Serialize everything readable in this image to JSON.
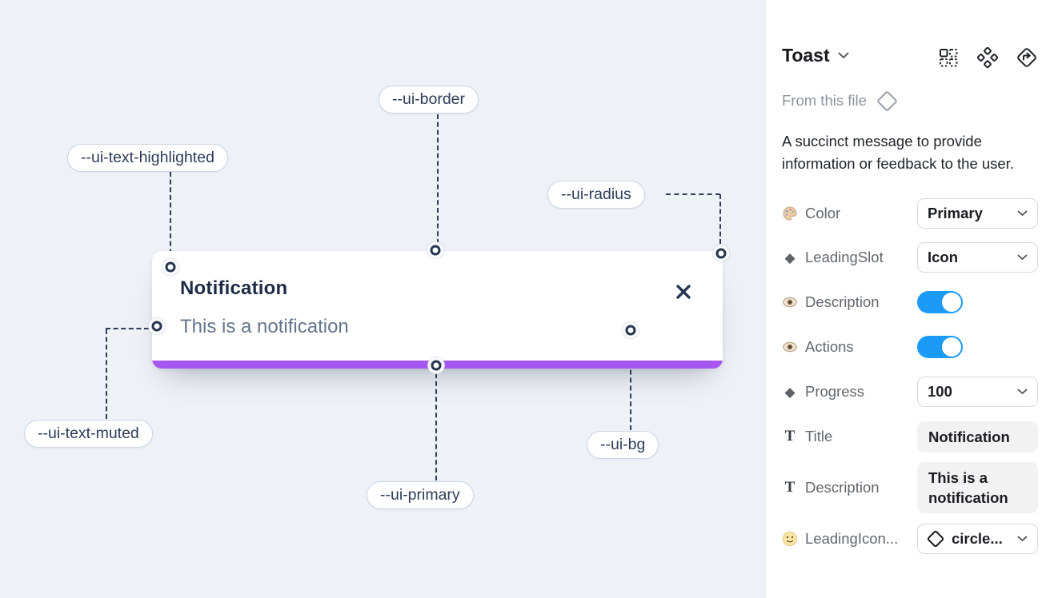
{
  "canvas": {
    "background": "#eef1f6",
    "toast": {
      "title": "Notification",
      "description": "This is a notification",
      "progress_color": "#a657f2",
      "progress_value": "100"
    },
    "labels": [
      {
        "text": "--ui-border"
      },
      {
        "text": "--ui-text-highlighted"
      },
      {
        "text": "--ui-radius"
      },
      {
        "text": "--ui-text-muted"
      },
      {
        "text": "--ui-primary"
      },
      {
        "text": "--ui-bg"
      }
    ]
  },
  "panel": {
    "title": "Toast",
    "source_label": "From this file",
    "description": "A succinct message to provide information or feedback to the user.",
    "colors": {
      "toggle_on": "#1c9bf6",
      "accent_purple": "#a657f2"
    },
    "rows": [
      {
        "icon": "palette-icon",
        "label": "Color",
        "control": "dropdown",
        "value": "Primary"
      },
      {
        "icon": "diamond-icon",
        "label": "LeadingSlot",
        "control": "dropdown",
        "value": "Icon"
      },
      {
        "icon": "eye-icon",
        "label": "Description",
        "control": "toggle",
        "value": "on"
      },
      {
        "icon": "eye-icon",
        "label": "Actions",
        "control": "toggle",
        "value": "on"
      },
      {
        "icon": "diamond-icon",
        "label": "Progress",
        "control": "dropdown",
        "value": "100"
      },
      {
        "icon": "text-icon",
        "label": "Title",
        "control": "field",
        "value": "Notification"
      },
      {
        "icon": "text-icon",
        "label": "Description",
        "control": "field",
        "value": "This is a notification"
      },
      {
        "icon": "smiley-icon",
        "label": "LeadingIcon...",
        "control": "dropdown-icon",
        "value": "circle..."
      }
    ],
    "t_glyph": "T"
  }
}
